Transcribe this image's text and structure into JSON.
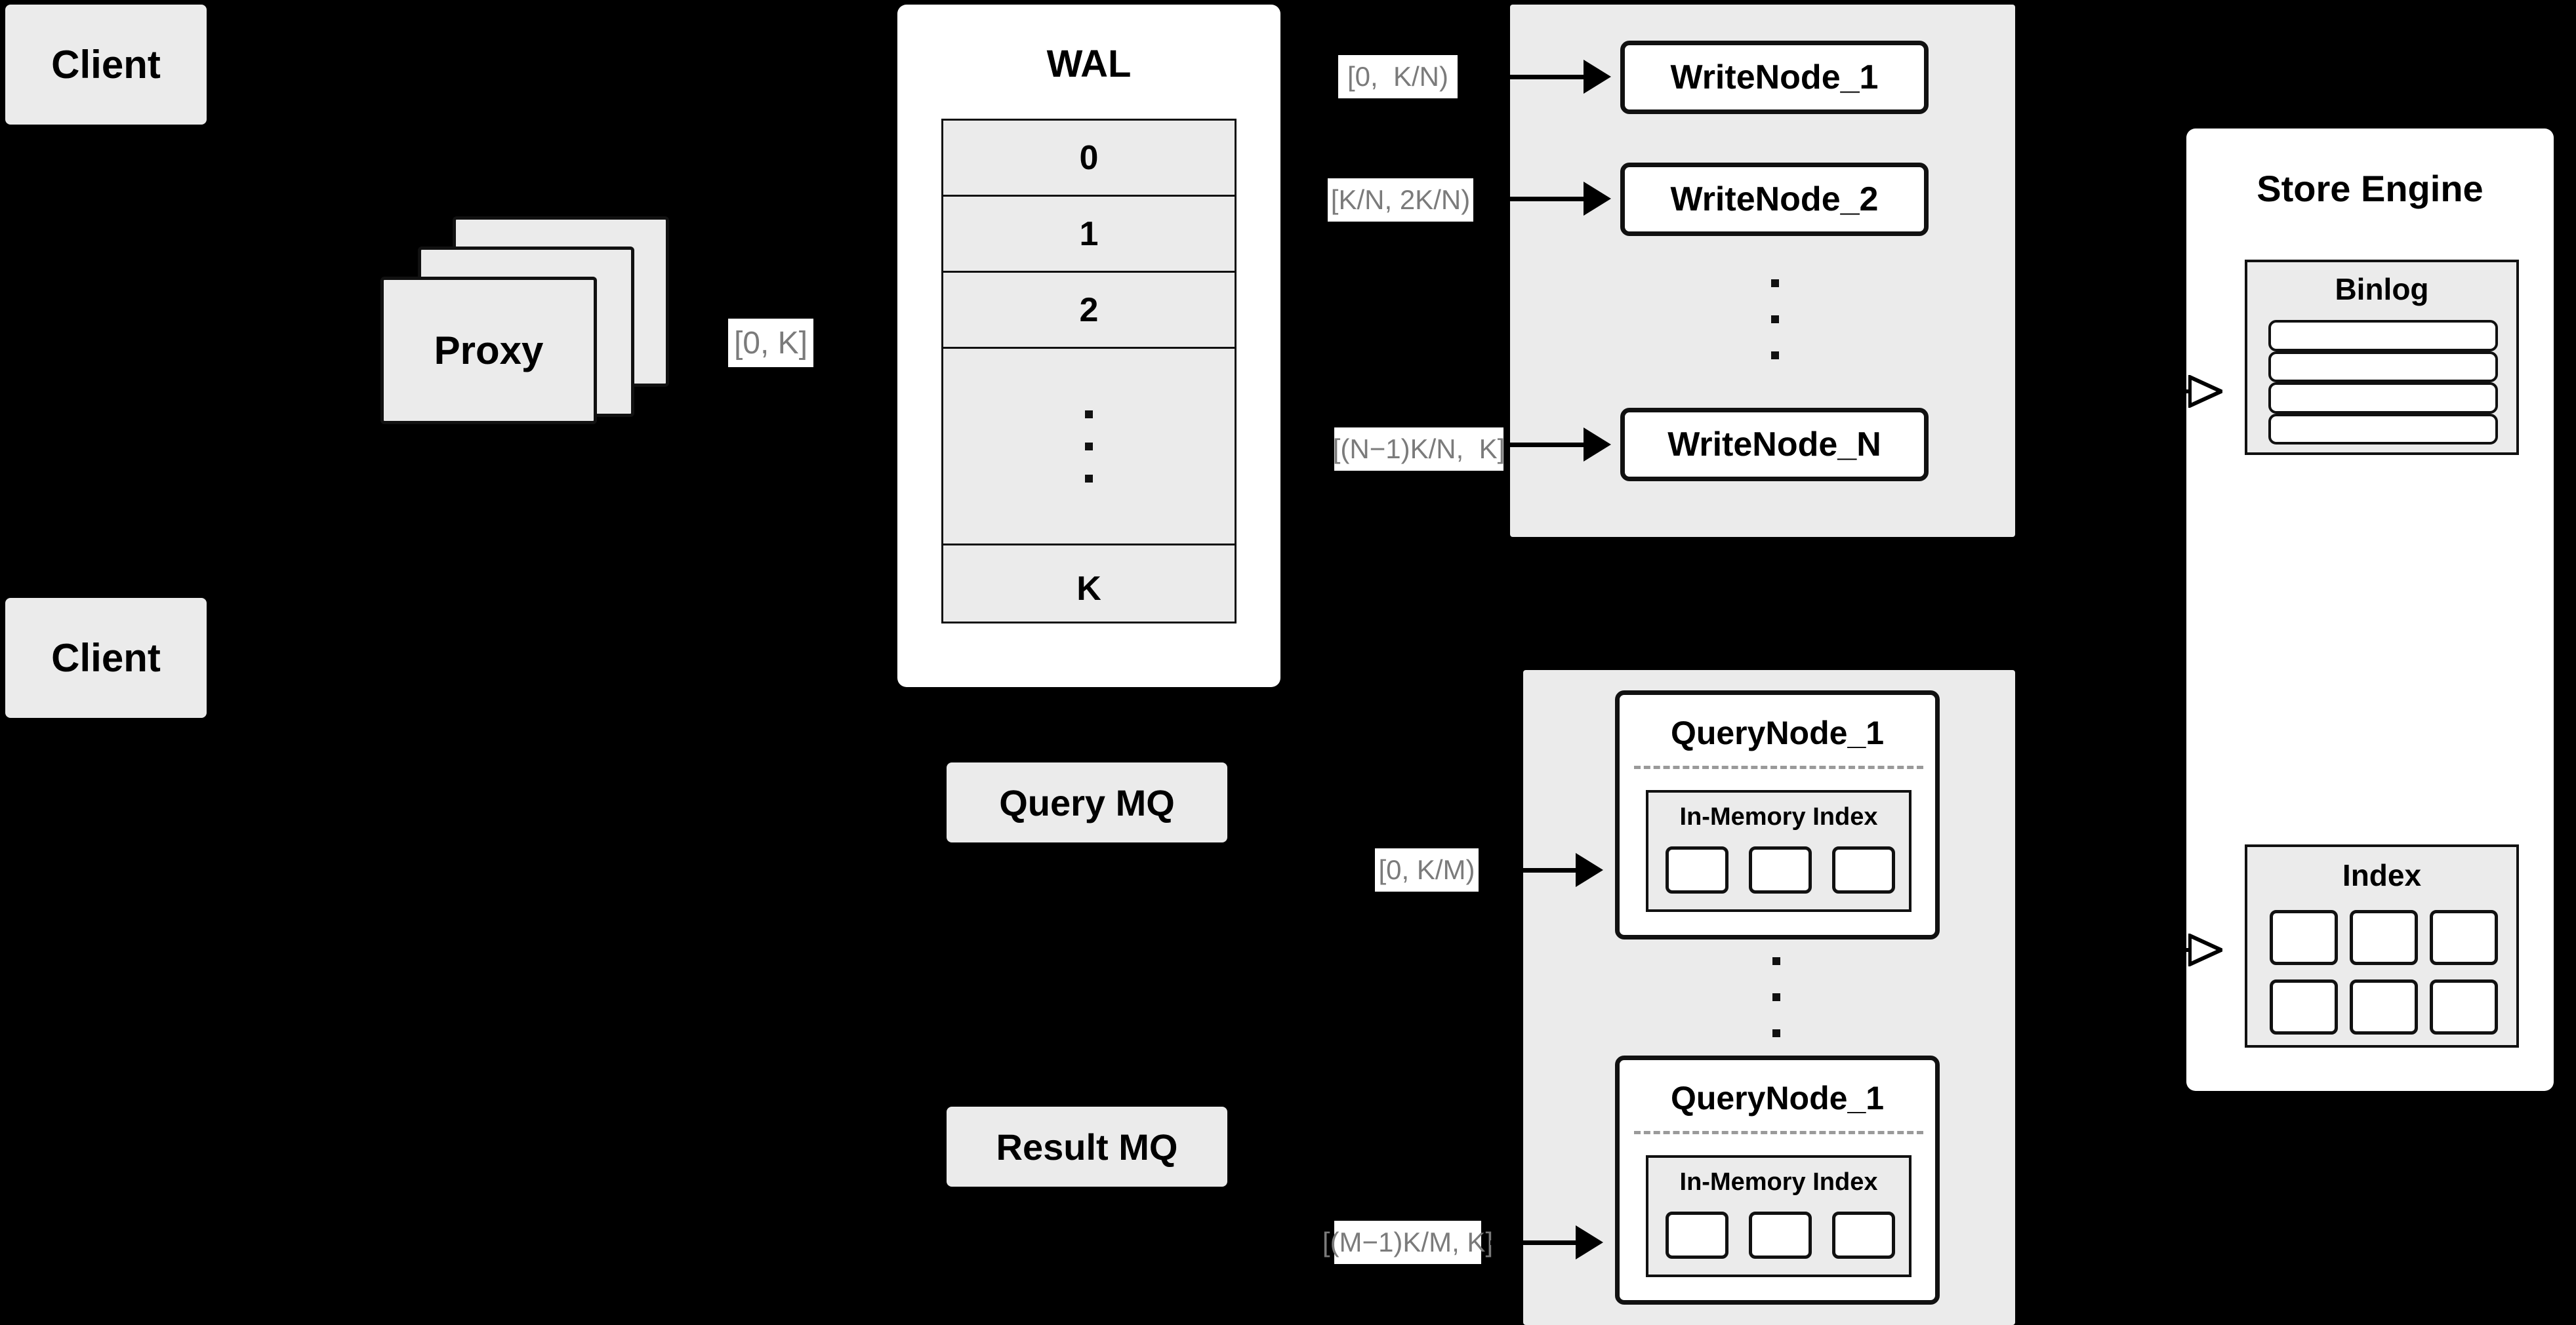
{
  "diagram": {
    "title": "Distributed Write/Query Architecture",
    "background_color": "#000000",
    "node_fill": "#ebebeb",
    "panel_fill": "#ffffff",
    "stroke_color": "#111111",
    "range_label_color": "#7b7b7b"
  },
  "clients": [
    {
      "label": "Client"
    },
    {
      "label": "Client"
    }
  ],
  "proxy": {
    "label": "Proxy",
    "stack_count": 3
  },
  "proxy_range_label": "[0, K]",
  "wal": {
    "title": "WAL",
    "rows": [
      "0",
      "1",
      "2",
      "⋮",
      "K"
    ],
    "ellipsis_row_index": 3
  },
  "write_cluster": {
    "nodes": [
      {
        "label": "WriteNode_1",
        "range": "[0,  K/N)"
      },
      {
        "label": "WriteNode_2",
        "range": "[K/N, 2K/N)"
      },
      {
        "label": "WriteNode_N",
        "range": "[(N−1)K/N,  K]"
      }
    ],
    "ellipsis": "⋮"
  },
  "query_cluster": {
    "nodes": [
      {
        "label": "QueryNode_1",
        "range": "[0, K/M)",
        "index": {
          "title": "In-Memory Index",
          "chip_count": 3
        }
      },
      {
        "label": "QueryNode_1",
        "range": "[(M−1)K/M, K]",
        "index": {
          "title": "In-Memory Index",
          "chip_count": 3
        }
      }
    ],
    "ellipsis": "⋮"
  },
  "message_queues": [
    {
      "label": "Query MQ"
    },
    {
      "label": "Result MQ"
    }
  ],
  "store_engine": {
    "title": "Store Engine",
    "binlog": {
      "title": "Binlog",
      "row_count": 4
    },
    "index": {
      "title": "Index",
      "chip_count": 6,
      "columns": 3,
      "rows": 2
    }
  }
}
